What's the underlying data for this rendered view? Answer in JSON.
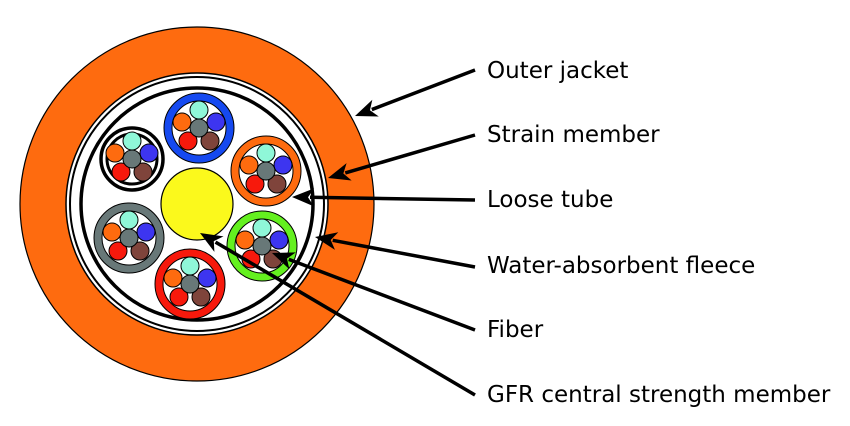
{
  "title": "Loose tube fiber optic cable cross-section",
  "colors": {
    "jacket": "#fe6b0f",
    "background": "#ffffff",
    "outline": "#000000",
    "central_member": "#fbf91c"
  },
  "fiber_colors": {
    "aqua": "#8ff7d8",
    "orange": "#fe6b0f",
    "blue": "#3d35f0",
    "red": "#f7190c",
    "brown": "#7f443b",
    "slate": "#687878"
  },
  "loose_tubes": [
    {
      "name": "blue",
      "color": "#1549f0"
    },
    {
      "name": "orange",
      "color": "#fe6b0f"
    },
    {
      "name": "green",
      "color": "#64f01f"
    },
    {
      "name": "red",
      "color": "#f7190c"
    },
    {
      "name": "slate",
      "color": "#687878"
    },
    {
      "name": "black",
      "color": "#000000"
    }
  ],
  "labels": [
    {
      "id": "outer-jacket",
      "text": "Outer jacket"
    },
    {
      "id": "strain-member",
      "text": "Strain member"
    },
    {
      "id": "loose-tube",
      "text": "Loose tube"
    },
    {
      "id": "water-absorbent-fleece",
      "text": "Water-absorbent fleece"
    },
    {
      "id": "fiber",
      "text": "Fiber"
    },
    {
      "id": "gfr-central-strength-member",
      "text": "GFR central strength member"
    }
  ]
}
